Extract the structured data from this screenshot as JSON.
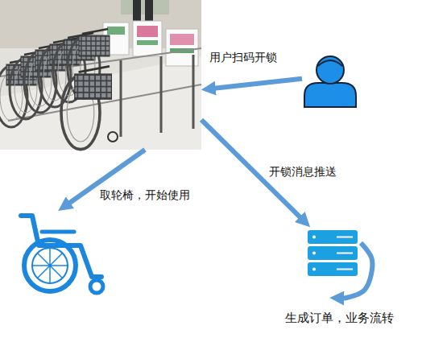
{
  "diagram": {
    "nodes": [
      {
        "text": []
      },
      {
        "text": []
      },
      {
        "text": []
      },
      {
        "text": []
      }
    ],
    "edges": [
      {
        "from": 1,
        "to": 0,
        "label": "用户扫码开锁",
        "arrow": "to"
      },
      {
        "from": 0,
        "to": 2,
        "label": "取轮椅，开始使用",
        "arrow": "to"
      },
      {
        "from": 0,
        "to": 3,
        "label": "开锁消息推送",
        "arrow": "to"
      },
      {
        "from": 3,
        "to": 3,
        "label": "生成订单，业务流转",
        "arrow": "to"
      }
    ]
  }
}
